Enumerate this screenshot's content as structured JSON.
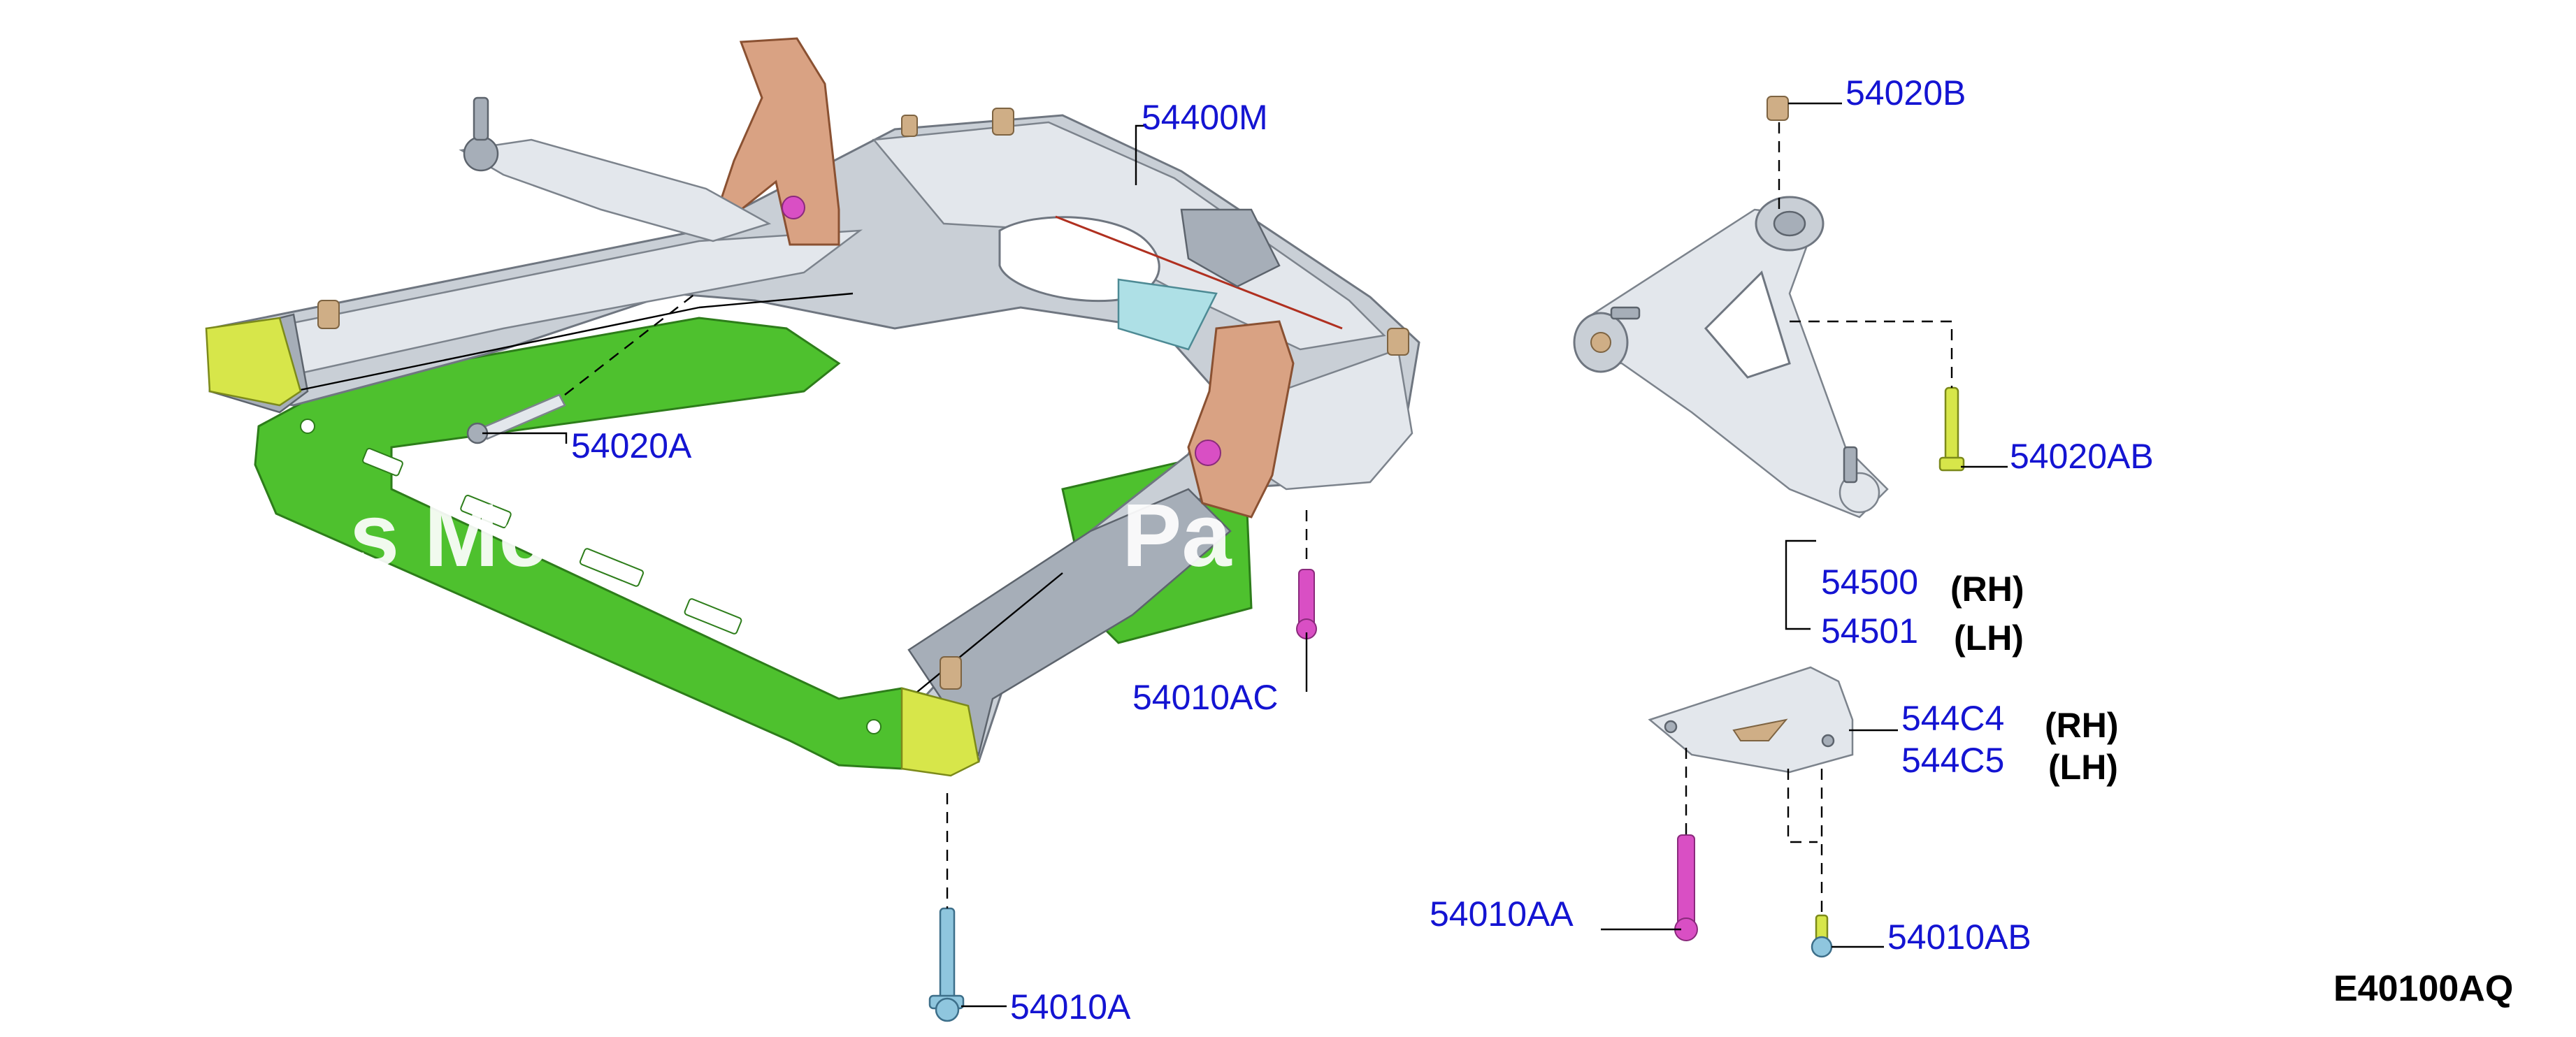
{
  "callouts": {
    "p54400M": "54400M",
    "p54020A": "54020A",
    "p54010AC": "54010AC",
    "p54010A": "54010A",
    "p54020B": "54020B",
    "p54020AB": "54020AB",
    "p54500": "54500",
    "p54501": "54501",
    "p544C4": "544C4",
    "p544C5": "544C5",
    "p54010AA": "54010AA",
    "p54010AB": "54010AB"
  },
  "sides": {
    "rh": "(RH)",
    "lh": "(LH)"
  },
  "figure_code": "E40100AQ",
  "watermark": {
    "part1": "s Me",
    "part2": "Pa"
  },
  "colors": {
    "callout_text": "#1414d2",
    "subframe_metal": "#c9cfd6",
    "subframe_lower": "#4ec12e",
    "bracket": "#d9a283",
    "bolt_yellow": "#d7e64a",
    "bolt_magenta": "#d94fc4",
    "bolt_blue": "#8fc6de"
  }
}
